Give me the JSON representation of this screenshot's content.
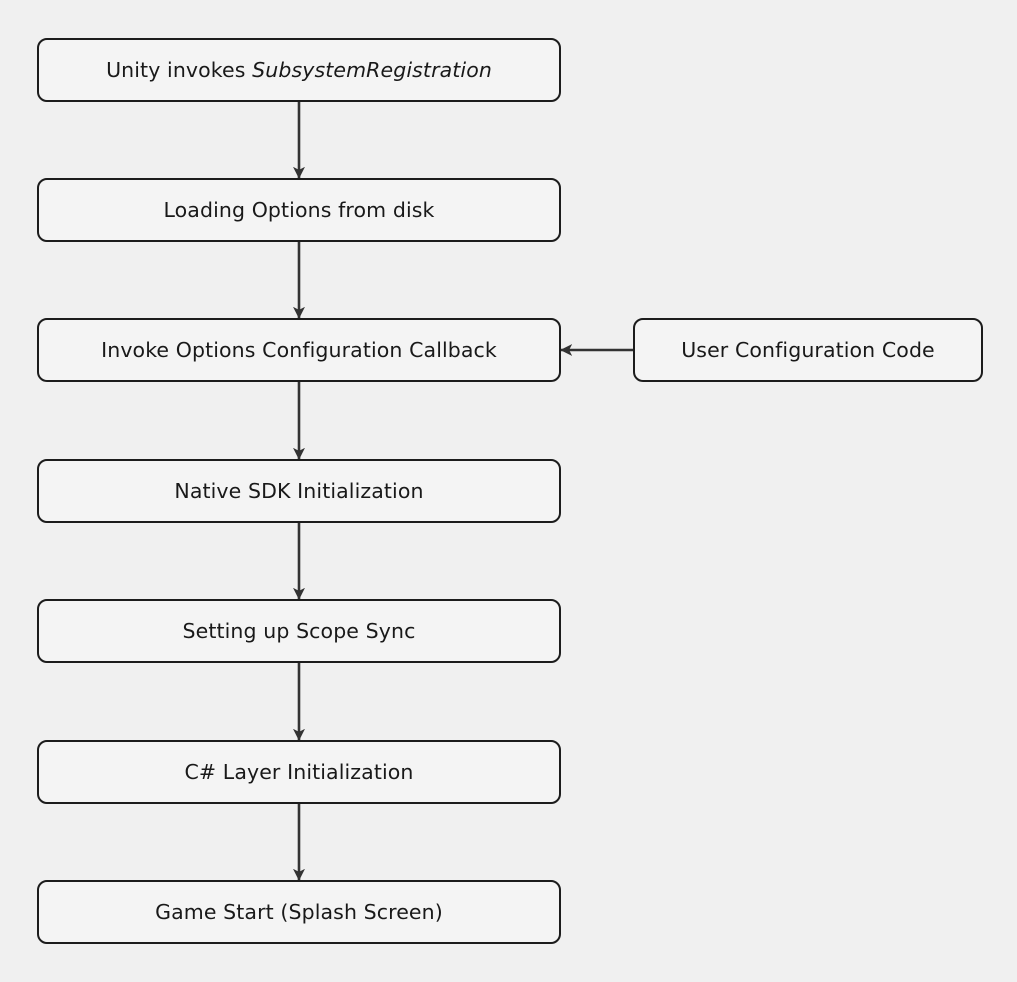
{
  "diagram": {
    "type": "flowchart",
    "direction": "top-down",
    "background_color": "#f0f0f0",
    "node_fill_color": "#f4f4f4",
    "node_border_color": "#1c1c1c",
    "edge_color": "#333333",
    "text_color": "#191919",
    "nodes": [
      {
        "id": "n0",
        "label_prefix": "Unity invokes ",
        "label_emphasis": "SubsystemRegistration",
        "label": "Unity invokes SubsystemRegistration",
        "column": "main"
      },
      {
        "id": "n1",
        "label": "Loading Options from disk",
        "column": "main"
      },
      {
        "id": "n2",
        "label": "Invoke Options Configuration Callback",
        "column": "main"
      },
      {
        "id": "n3",
        "label": "Native SDK Initialization",
        "column": "main"
      },
      {
        "id": "n4",
        "label": "Setting up Scope Sync",
        "column": "main"
      },
      {
        "id": "n5",
        "label": "C# Layer Initialization",
        "column": "main"
      },
      {
        "id": "n6",
        "label": "Game Start (Splash Screen)",
        "column": "main"
      },
      {
        "id": "nside",
        "label": "User Configuration Code",
        "column": "side"
      }
    ],
    "edges": [
      {
        "from": "n0",
        "to": "n1",
        "orientation": "vertical",
        "arrow": "down"
      },
      {
        "from": "n1",
        "to": "n2",
        "orientation": "vertical",
        "arrow": "down"
      },
      {
        "from": "n2",
        "to": "n3",
        "orientation": "vertical",
        "arrow": "down"
      },
      {
        "from": "n3",
        "to": "n4",
        "orientation": "vertical",
        "arrow": "down"
      },
      {
        "from": "n4",
        "to": "n5",
        "orientation": "vertical",
        "arrow": "down"
      },
      {
        "from": "n5",
        "to": "n6",
        "orientation": "vertical",
        "arrow": "down"
      },
      {
        "from": "nside",
        "to": "n2",
        "orientation": "horizontal",
        "arrow": "left"
      }
    ]
  }
}
